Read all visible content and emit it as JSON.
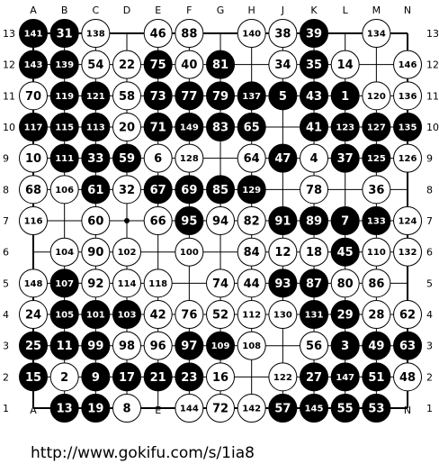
{
  "columns": [
    "A",
    "B",
    "C",
    "D",
    "E",
    "F",
    "G",
    "H",
    "J",
    "K",
    "L",
    "M",
    "N"
  ],
  "rows": [
    "13",
    "12",
    "11",
    "10",
    "9",
    "8",
    "7",
    "6",
    "5",
    "4",
    "3",
    "2",
    "1"
  ],
  "footer_url": "http://www.gokifu.com/s/1ia8",
  "colors": {
    "black_stone": "#000000",
    "white_stone": "#ffffff",
    "board_line": "#000000"
  },
  "stones": [
    [
      "A",
      "13",
      "B",
      "141"
    ],
    [
      "B",
      "13",
      "B",
      "31"
    ],
    [
      "C",
      "13",
      "W",
      "138"
    ],
    [
      "E",
      "13",
      "W",
      "46"
    ],
    [
      "F",
      "13",
      "W",
      "88"
    ],
    [
      "H",
      "13",
      "W",
      "140"
    ],
    [
      "J",
      "13",
      "W",
      "38"
    ],
    [
      "K",
      "13",
      "B",
      "39"
    ],
    [
      "M",
      "13",
      "W",
      "134"
    ],
    [
      "A",
      "12",
      "B",
      "143"
    ],
    [
      "B",
      "12",
      "B",
      "139"
    ],
    [
      "C",
      "12",
      "W",
      "54"
    ],
    [
      "D",
      "12",
      "W",
      "22"
    ],
    [
      "E",
      "12",
      "B",
      "75"
    ],
    [
      "F",
      "12",
      "W",
      "40"
    ],
    [
      "G",
      "12",
      "B",
      "81"
    ],
    [
      "J",
      "12",
      "W",
      "34"
    ],
    [
      "K",
      "12",
      "B",
      "35"
    ],
    [
      "L",
      "12",
      "W",
      "14"
    ],
    [
      "N",
      "12",
      "W",
      "146"
    ],
    [
      "A",
      "11",
      "W",
      "70"
    ],
    [
      "B",
      "11",
      "B",
      "119"
    ],
    [
      "C",
      "11",
      "B",
      "121"
    ],
    [
      "D",
      "11",
      "W",
      "58"
    ],
    [
      "E",
      "11",
      "B",
      "73"
    ],
    [
      "F",
      "11",
      "B",
      "77"
    ],
    [
      "G",
      "11",
      "B",
      "79"
    ],
    [
      "H",
      "11",
      "B",
      "137"
    ],
    [
      "J",
      "11",
      "B",
      "5"
    ],
    [
      "K",
      "11",
      "B",
      "43"
    ],
    [
      "L",
      "11",
      "B",
      "1"
    ],
    [
      "M",
      "11",
      "W",
      "120"
    ],
    [
      "N",
      "11",
      "W",
      "136"
    ],
    [
      "A",
      "10",
      "B",
      "117"
    ],
    [
      "B",
      "10",
      "B",
      "115"
    ],
    [
      "C",
      "10",
      "B",
      "113"
    ],
    [
      "D",
      "10",
      "W",
      "20"
    ],
    [
      "E",
      "10",
      "B",
      "71"
    ],
    [
      "F",
      "10",
      "B",
      "149"
    ],
    [
      "G",
      "10",
      "B",
      "83"
    ],
    [
      "H",
      "10",
      "B",
      "65"
    ],
    [
      "K",
      "10",
      "B",
      "41"
    ],
    [
      "L",
      "10",
      "B",
      "123"
    ],
    [
      "M",
      "10",
      "B",
      "127"
    ],
    [
      "N",
      "10",
      "B",
      "135"
    ],
    [
      "A",
      "9",
      "W",
      "10"
    ],
    [
      "B",
      "9",
      "B",
      "111"
    ],
    [
      "C",
      "9",
      "B",
      "33"
    ],
    [
      "D",
      "9",
      "B",
      "59"
    ],
    [
      "E",
      "9",
      "W",
      "6"
    ],
    [
      "F",
      "9",
      "W",
      "128"
    ],
    [
      "H",
      "9",
      "W",
      "64"
    ],
    [
      "J",
      "9",
      "B",
      "47"
    ],
    [
      "K",
      "9",
      "W",
      "4"
    ],
    [
      "L",
      "9",
      "B",
      "37"
    ],
    [
      "M",
      "9",
      "B",
      "125"
    ],
    [
      "N",
      "9",
      "W",
      "126"
    ],
    [
      "A",
      "8",
      "W",
      "68"
    ],
    [
      "B",
      "8",
      "W",
      "106"
    ],
    [
      "C",
      "8",
      "B",
      "61"
    ],
    [
      "D",
      "8",
      "W",
      "32"
    ],
    [
      "E",
      "8",
      "B",
      "67"
    ],
    [
      "F",
      "8",
      "B",
      "69"
    ],
    [
      "G",
      "8",
      "B",
      "85"
    ],
    [
      "H",
      "8",
      "B",
      "129"
    ],
    [
      "K",
      "8",
      "W",
      "78"
    ],
    [
      "M",
      "8",
      "W",
      "36"
    ],
    [
      "A",
      "7",
      "W",
      "116"
    ],
    [
      "C",
      "7",
      "W",
      "60"
    ],
    [
      "E",
      "7",
      "W",
      "66"
    ],
    [
      "F",
      "7",
      "B",
      "95"
    ],
    [
      "G",
      "7",
      "W",
      "94"
    ],
    [
      "H",
      "7",
      "W",
      "82"
    ],
    [
      "J",
      "7",
      "B",
      "91"
    ],
    [
      "K",
      "7",
      "B",
      "89"
    ],
    [
      "L",
      "7",
      "B",
      "7"
    ],
    [
      "M",
      "7",
      "B",
      "133"
    ],
    [
      "N",
      "7",
      "W",
      "124"
    ],
    [
      "B",
      "6",
      "W",
      "104"
    ],
    [
      "C",
      "6",
      "W",
      "90"
    ],
    [
      "D",
      "6",
      "W",
      "102"
    ],
    [
      "F",
      "6",
      "W",
      "100"
    ],
    [
      "H",
      "6",
      "W",
      "84"
    ],
    [
      "J",
      "6",
      "W",
      "12"
    ],
    [
      "K",
      "6",
      "W",
      "18"
    ],
    [
      "L",
      "6",
      "B",
      "45"
    ],
    [
      "M",
      "6",
      "W",
      "110"
    ],
    [
      "N",
      "6",
      "W",
      "132"
    ],
    [
      "A",
      "5",
      "W",
      "148"
    ],
    [
      "B",
      "5",
      "B",
      "107"
    ],
    [
      "C",
      "5",
      "W",
      "92"
    ],
    [
      "D",
      "5",
      "W",
      "114"
    ],
    [
      "E",
      "5",
      "W",
      "118"
    ],
    [
      "G",
      "5",
      "W",
      "74"
    ],
    [
      "H",
      "5",
      "W",
      "44"
    ],
    [
      "J",
      "5",
      "B",
      "93"
    ],
    [
      "K",
      "5",
      "B",
      "87"
    ],
    [
      "L",
      "5",
      "W",
      "80"
    ],
    [
      "M",
      "5",
      "W",
      "86"
    ],
    [
      "A",
      "4",
      "W",
      "24"
    ],
    [
      "B",
      "4",
      "B",
      "105"
    ],
    [
      "C",
      "4",
      "B",
      "101"
    ],
    [
      "D",
      "4",
      "B",
      "103"
    ],
    [
      "E",
      "4",
      "W",
      "42"
    ],
    [
      "F",
      "4",
      "W",
      "76"
    ],
    [
      "G",
      "4",
      "W",
      "52"
    ],
    [
      "H",
      "4",
      "W",
      "112"
    ],
    [
      "J",
      "4",
      "W",
      "130"
    ],
    [
      "K",
      "4",
      "B",
      "131"
    ],
    [
      "L",
      "4",
      "B",
      "29"
    ],
    [
      "M",
      "4",
      "W",
      "28"
    ],
    [
      "N",
      "4",
      "W",
      "62"
    ],
    [
      "A",
      "3",
      "B",
      "25"
    ],
    [
      "B",
      "3",
      "B",
      "11"
    ],
    [
      "C",
      "3",
      "B",
      "99"
    ],
    [
      "D",
      "3",
      "W",
      "98"
    ],
    [
      "E",
      "3",
      "W",
      "96"
    ],
    [
      "F",
      "3",
      "B",
      "97"
    ],
    [
      "G",
      "3",
      "B",
      "109"
    ],
    [
      "H",
      "3",
      "W",
      "108"
    ],
    [
      "K",
      "3",
      "W",
      "56"
    ],
    [
      "L",
      "3",
      "B",
      "3"
    ],
    [
      "M",
      "3",
      "B",
      "49"
    ],
    [
      "N",
      "3",
      "B",
      "63"
    ],
    [
      "A",
      "2",
      "B",
      "15"
    ],
    [
      "B",
      "2",
      "W",
      "2"
    ],
    [
      "C",
      "2",
      "B",
      "9"
    ],
    [
      "D",
      "2",
      "B",
      "17"
    ],
    [
      "E",
      "2",
      "B",
      "21"
    ],
    [
      "F",
      "2",
      "B",
      "23"
    ],
    [
      "G",
      "2",
      "W",
      "16"
    ],
    [
      "J",
      "2",
      "W",
      "122"
    ],
    [
      "K",
      "2",
      "B",
      "27"
    ],
    [
      "L",
      "2",
      "B",
      "147"
    ],
    [
      "M",
      "2",
      "B",
      "51"
    ],
    [
      "N",
      "2",
      "W",
      "48"
    ],
    [
      "B",
      "1",
      "B",
      "13"
    ],
    [
      "C",
      "1",
      "B",
      "19"
    ],
    [
      "D",
      "1",
      "W",
      "8"
    ],
    [
      "F",
      "1",
      "W",
      "144"
    ],
    [
      "G",
      "1",
      "W",
      "72"
    ],
    [
      "H",
      "1",
      "W",
      "142"
    ],
    [
      "J",
      "1",
      "B",
      "57"
    ],
    [
      "K",
      "1",
      "B",
      "145"
    ],
    [
      "L",
      "1",
      "B",
      "55"
    ],
    [
      "M",
      "1",
      "B",
      "53"
    ]
  ],
  "star_points": [
    [
      "D",
      "7"
    ]
  ]
}
